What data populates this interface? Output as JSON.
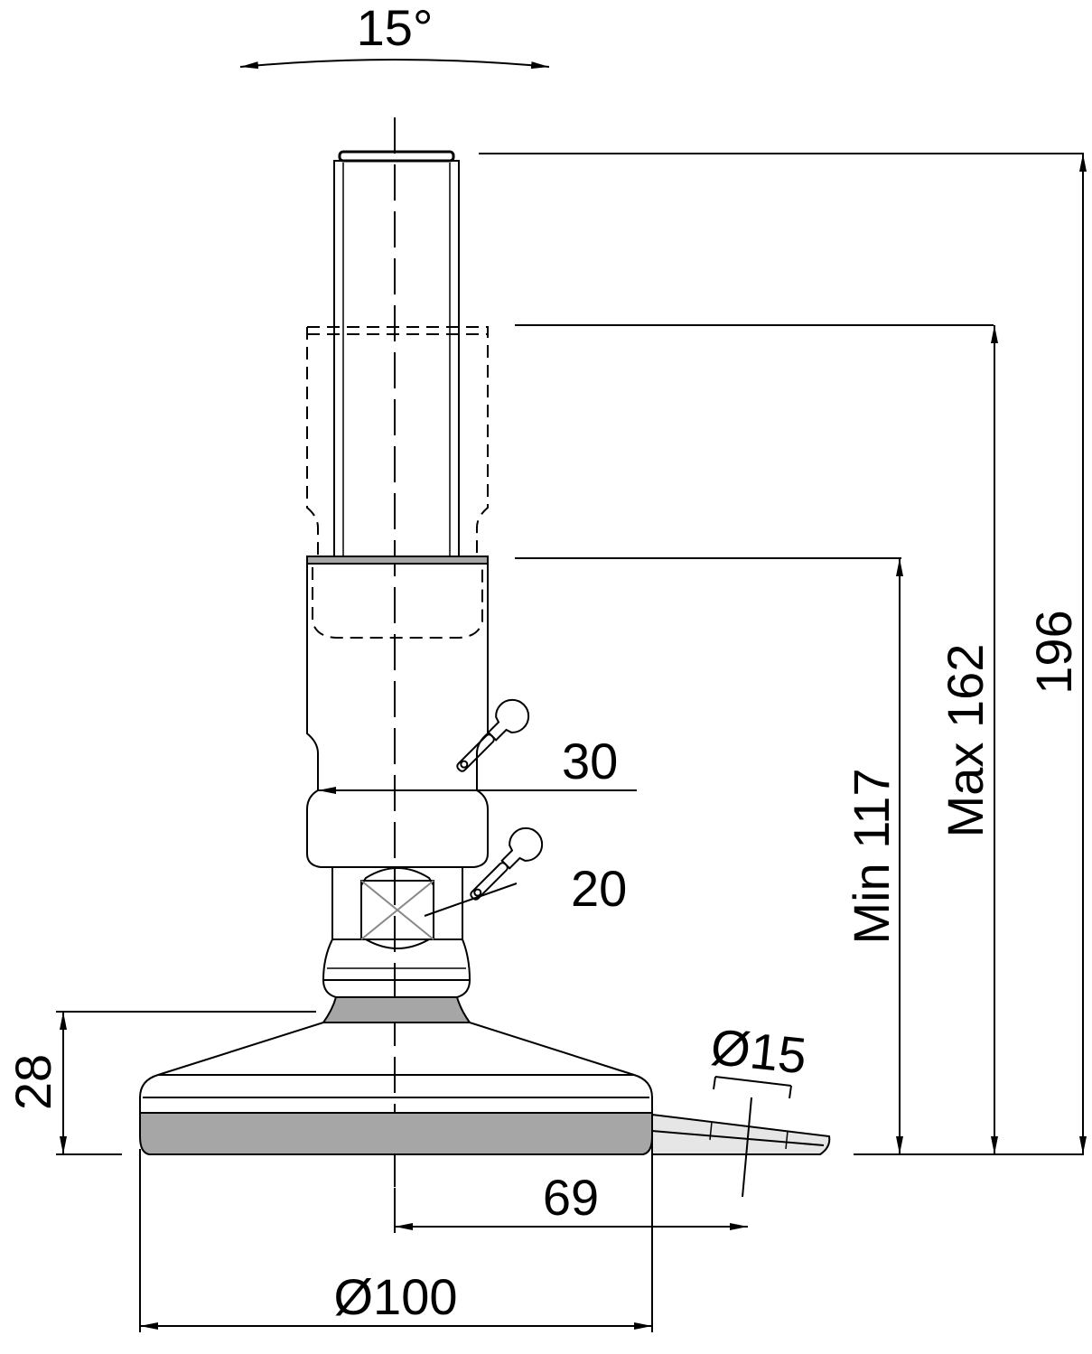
{
  "labels": {
    "tilt_angle": "15°",
    "wrench_30": "30",
    "wrench_20": "20",
    "min_height": "Min 117",
    "max_height": "Max 162",
    "overall_height": "196",
    "base_height": "28",
    "bolt_hole": "Ø15",
    "hole_offset": "69",
    "base_diameter": "Ø100"
  },
  "icons": {
    "wrench_upper": "wrench-icon",
    "wrench_lower": "wrench-icon"
  }
}
